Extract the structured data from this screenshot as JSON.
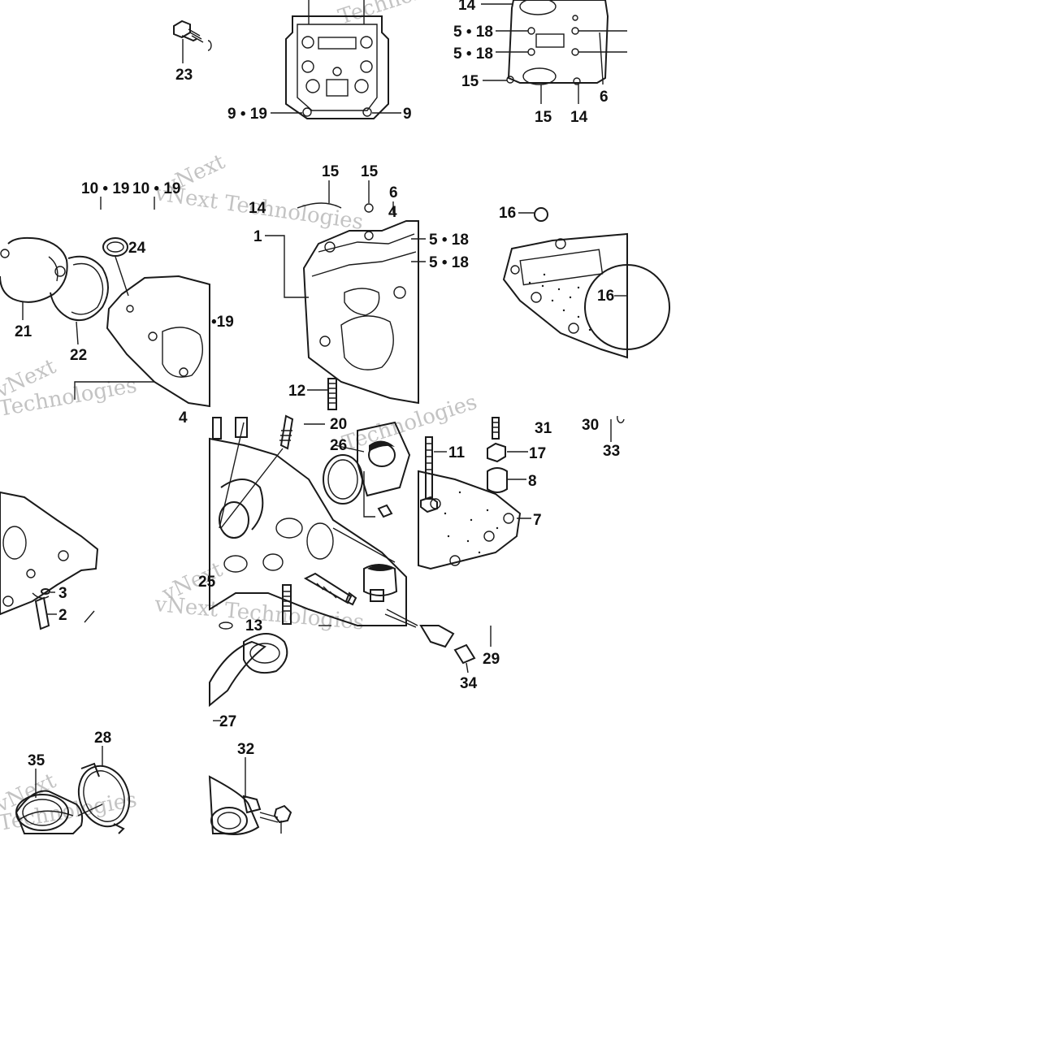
{
  "callouts": [
    {
      "id": "c23a",
      "text": "23"
    },
    {
      "id": "c9a",
      "text": "9 • 19"
    },
    {
      "id": "c9b",
      "text": "9"
    },
    {
      "id": "c14a",
      "text": "14"
    },
    {
      "id": "c518a",
      "text": "5 • 18"
    },
    {
      "id": "c518b",
      "text": "5 • 18"
    },
    {
      "id": "c15a",
      "text": "15"
    },
    {
      "id": "c15b",
      "text": "15"
    },
    {
      "id": "c14b",
      "text": "14"
    },
    {
      "id": "c6a",
      "text": "6"
    },
    {
      "id": "c1019a",
      "text": "10 • 19"
    },
    {
      "id": "c1019b",
      "text": "10 • 19"
    },
    {
      "id": "c15c",
      "text": "15"
    },
    {
      "id": "c15d",
      "text": "15"
    },
    {
      "id": "c6b",
      "text": "6"
    },
    {
      "id": "c4a",
      "text": "4"
    },
    {
      "id": "c14c",
      "text": "14"
    },
    {
      "id": "c16a",
      "text": "16"
    },
    {
      "id": "c1",
      "text": "1"
    },
    {
      "id": "c518c",
      "text": "5 • 18"
    },
    {
      "id": "c518d",
      "text": "5 • 18"
    },
    {
      "id": "c24",
      "text": "24"
    },
    {
      "id": "c19",
      "text": "•19"
    },
    {
      "id": "c16b",
      "text": "16"
    },
    {
      "id": "c21",
      "text": "21"
    },
    {
      "id": "c22",
      "text": "22"
    },
    {
      "id": "c12",
      "text": "12"
    },
    {
      "id": "c4b",
      "text": "4"
    },
    {
      "id": "c20",
      "text": "20"
    },
    {
      "id": "c26",
      "text": "26"
    },
    {
      "id": "c11",
      "text": "11"
    },
    {
      "id": "c31",
      "text": "31"
    },
    {
      "id": "c30",
      "text": "30"
    },
    {
      "id": "c33",
      "text": "33"
    },
    {
      "id": "c17",
      "text": "17"
    },
    {
      "id": "c8",
      "text": "8"
    },
    {
      "id": "c7",
      "text": "7"
    },
    {
      "id": "c3",
      "text": "3"
    },
    {
      "id": "c2",
      "text": "2"
    },
    {
      "id": "c25",
      "text": "25"
    },
    {
      "id": "c13",
      "text": "13"
    },
    {
      "id": "c29",
      "text": "29"
    },
    {
      "id": "c34",
      "text": "34"
    },
    {
      "id": "c27",
      "text": "27"
    },
    {
      "id": "c28",
      "text": "28"
    },
    {
      "id": "c35",
      "text": "35"
    },
    {
      "id": "c32",
      "text": "32"
    }
  ],
  "watermarks": [
    {
      "id": "w1",
      "text": "Technologies"
    },
    {
      "id": "w2",
      "text": "vNext"
    },
    {
      "id": "w3",
      "text": "vNext Technologies"
    },
    {
      "id": "w4",
      "text": "vNext"
    },
    {
      "id": "w5",
      "text": "Technologies"
    },
    {
      "id": "w6",
      "text": "Technologies"
    },
    {
      "id": "w7",
      "text": "vNext"
    },
    {
      "id": "w8",
      "text": "vNext Technologies"
    },
    {
      "id": "w9",
      "text": "vNext"
    },
    {
      "id": "w10",
      "text": "Technologies"
    }
  ]
}
